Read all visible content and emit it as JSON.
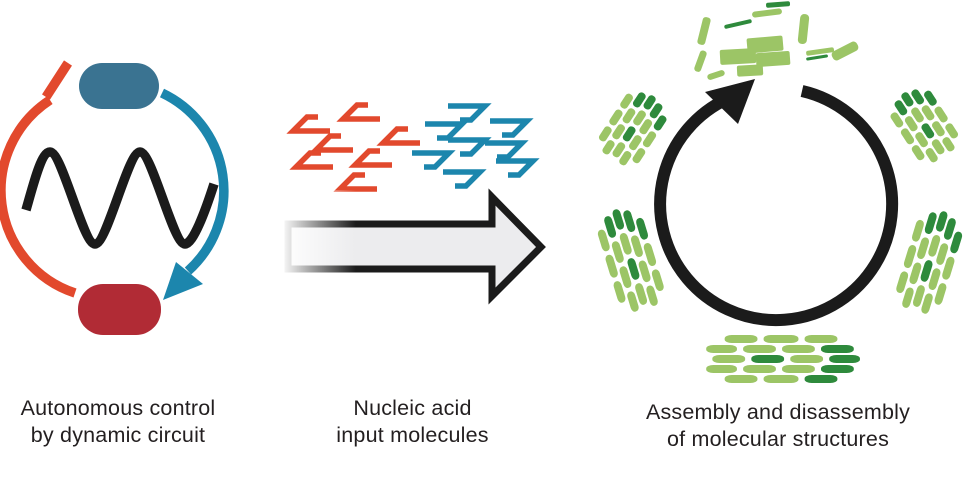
{
  "figure_title": "",
  "panels": [
    {
      "name": "dynamic-circuit",
      "caption": [
        "Autonomous control",
        "by dynamic circuit"
      ]
    },
    {
      "name": "nucleic-acid-inputs",
      "caption": [
        "Nucleic acid",
        "input molecules"
      ]
    },
    {
      "name": "molecular-structures",
      "caption": [
        "Assembly and disassembly",
        "of molecular structures"
      ]
    }
  ],
  "counts": {
    "red_strands": 7,
    "blue_strands": 8,
    "microtubules": 5
  },
  "icons": {
    "tbar_inhibitor": "inhibition T-bar on red arc",
    "activation_arrowhead": "blue arrowhead on activation arc",
    "oscillation_wave": "black sine wave",
    "input_arrow": "large gray right arrow",
    "cycle_arrow": "black circular arrow (clockwise)"
  },
  "colors": {
    "red": "#E2492D",
    "crimson": "#B12B35",
    "blue": "#1C86AD",
    "steel": "#3A7391",
    "ink": "#1B1B1B",
    "lg": "#9CC566",
    "dg": "#2E8A3C",
    "arrow_fill": "#ECECEE",
    "text": "#231F20"
  }
}
